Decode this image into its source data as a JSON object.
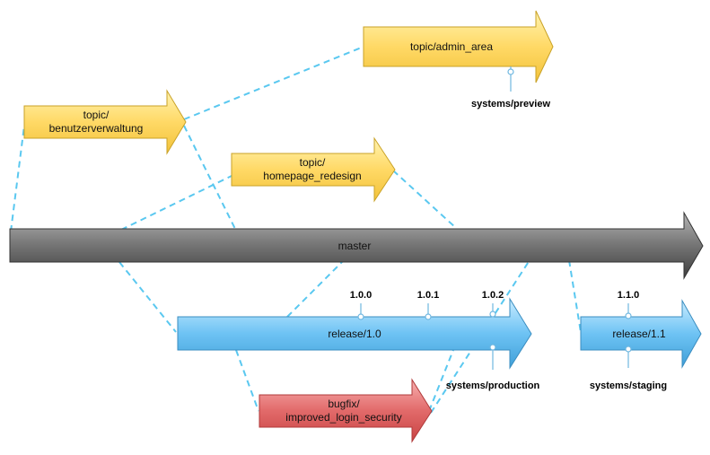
{
  "branches": {
    "admin_area": "topic/admin_area",
    "benutzer_1": "topic/",
    "benutzer_2": "benutzerverwaltung",
    "homepage_1": "topic/",
    "homepage_2": "homepage_redesign",
    "master": "master",
    "release_10": "release/1.0",
    "bugfix_1": "bugfix/",
    "bugfix_2": "improved_login_security",
    "release_11": "release/1.1"
  },
  "tags": {
    "v100": "1.0.0",
    "v101": "1.0.1",
    "v102": "1.0.2",
    "v110": "1.1.0",
    "preview": "systems/preview",
    "production": "systems/production",
    "staging": "systems/staging"
  },
  "colors": {
    "topic": "#ffd966",
    "master": "#6e6e6e",
    "release": "#6ec3f4",
    "bugfix": "#e26a6a",
    "connector": "#5ac8f0"
  }
}
